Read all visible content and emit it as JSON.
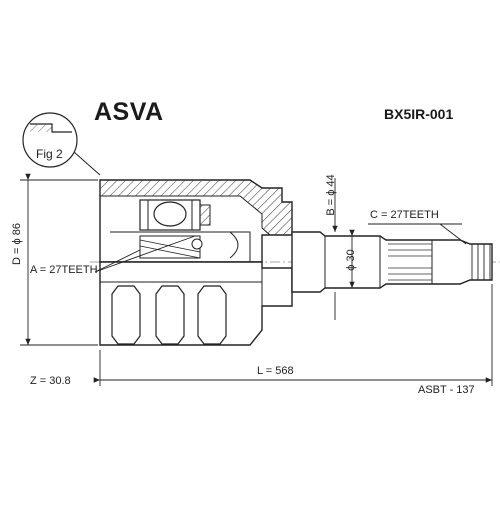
{
  "header": {
    "brand": "ASVA",
    "part_number": "BX5IR-001"
  },
  "figure": {
    "label": "Fig 2"
  },
  "dimensions": {
    "d_outer": "D = ϕ 86",
    "a_teeth": "A = 27TEETH",
    "b_diameter": "B = ϕ 44",
    "c_teeth": "C = 27TEETH",
    "shaft_diameter": "ϕ 30",
    "length": "L = 568",
    "z_angle": "Z = 30.8"
  },
  "footer": {
    "reference": "ASBT - 137"
  },
  "colors": {
    "line": "#1a1a1a",
    "hatch": "#555555"
  }
}
